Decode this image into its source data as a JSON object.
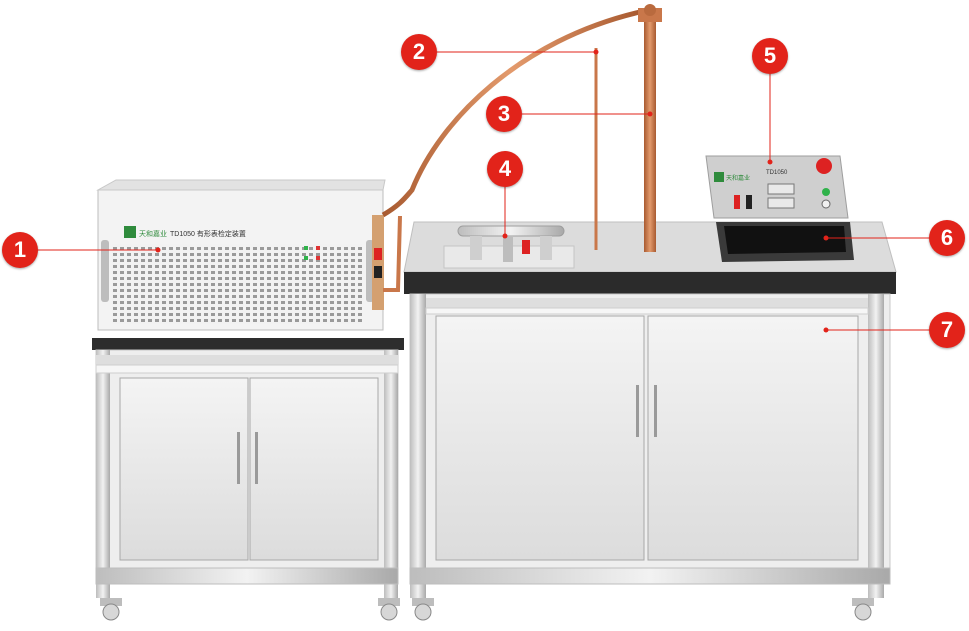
{
  "brand_logo_text": "天和嘉业",
  "device_label": "TD1050 有形表检定装置",
  "panel_model": "TD1050",
  "callouts": [
    "1",
    "2",
    "3",
    "4",
    "5",
    "6",
    "7"
  ],
  "colors": {
    "callout": "#e2231a",
    "copper": "#c9774a",
    "frame": "#d8d8d8",
    "top": "#2b2b2b"
  }
}
